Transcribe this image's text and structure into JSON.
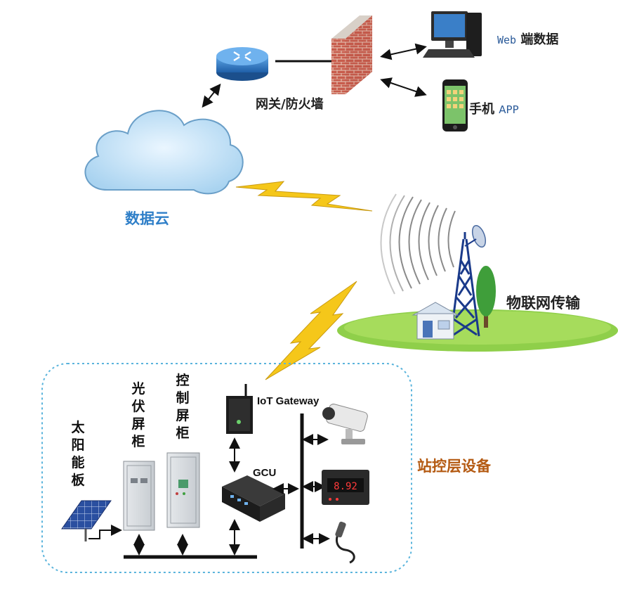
{
  "labels": {
    "web_prefix": "Web",
    "web_suffix": "端数据",
    "mobile_cn": "手机",
    "mobile_en": "APP",
    "gateway_firewall": "网关/防火墙",
    "data_cloud": "数据云",
    "iot_transmission": "物联网传输",
    "iot_gateway": "IoT Gateway",
    "gcu": "GCU",
    "station_layer": "站控层设备",
    "solar_panel_chars": [
      "太",
      "阳",
      "能",
      "板"
    ],
    "pv_cabinet_chars": [
      "光",
      "伏",
      "屏",
      "柜"
    ],
    "control_cabinet_chars": [
      "控",
      "制",
      "屏",
      "柜"
    ],
    "meter_display": "8.92"
  },
  "colors": {
    "cloud_fill": "#bfe0f5",
    "cloud_stroke": "#6a9fc8",
    "lightning": "#f5c71a",
    "dashed_frame": "#5ab4dc",
    "grass": "#8fcf4a",
    "tower": "#1a3a8a",
    "brick": "#c0574a",
    "router": "#2f78c4"
  },
  "icons": [
    "router-icon",
    "firewall-icon",
    "desktop-computer-icon",
    "smartphone-icon",
    "cloud-icon",
    "radio-tower-icon",
    "tree-icon",
    "house-icon",
    "iot-gateway-icon",
    "cctv-camera-icon",
    "digital-meter-icon",
    "sensor-probe-icon",
    "gcu-controller-icon",
    "solar-panel-icon",
    "pv-cabinet-icon",
    "control-cabinet-icon",
    "lightning-icon"
  ]
}
